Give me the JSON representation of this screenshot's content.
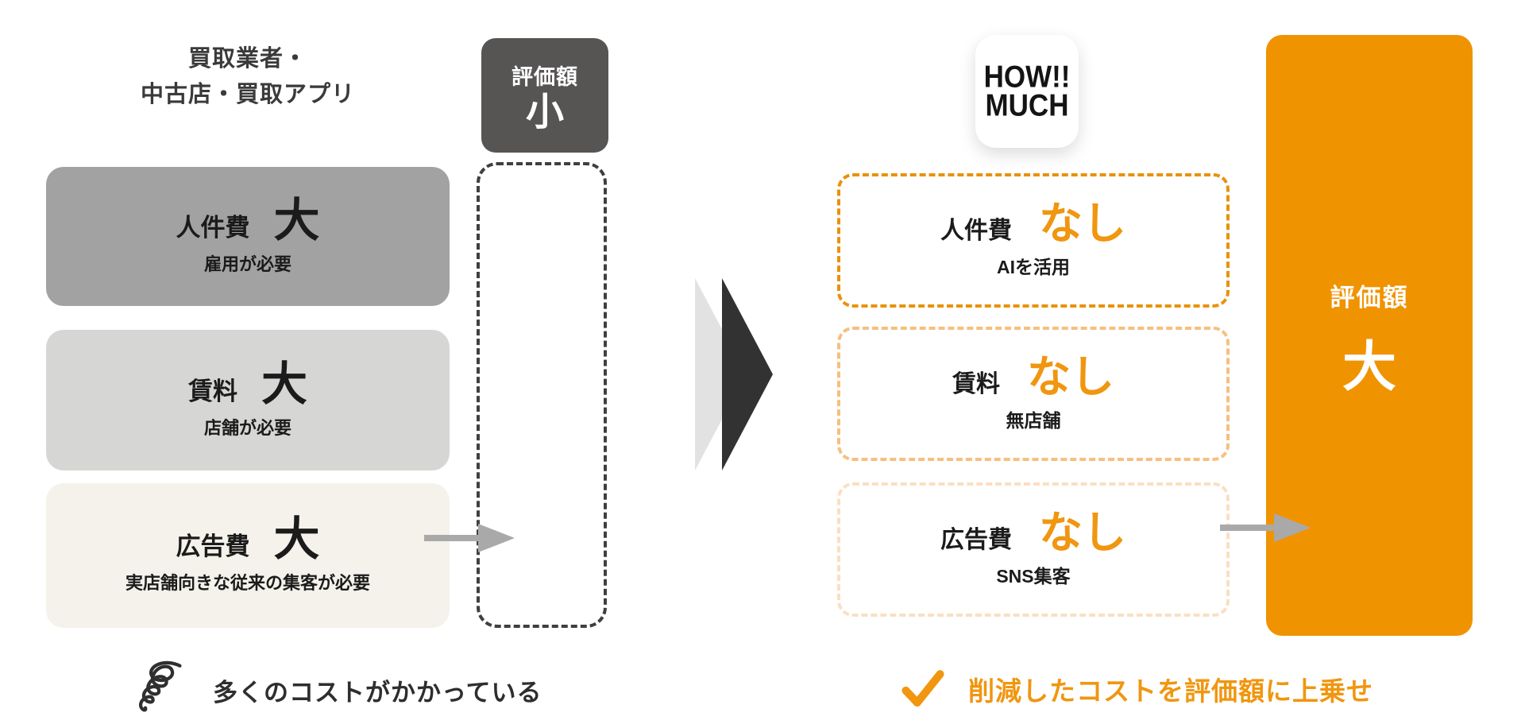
{
  "colors": {
    "background": "#ffffff",
    "dark_text": "#3a3a3a",
    "badge_dark_bg": "#575454",
    "box_gray_dark": "#a3a2a2",
    "box_gray_light": "#d6d6d5",
    "box_cream": "#f4f2eb",
    "dashed_dark_border": "#3f3f3f",
    "orange_brand": "#f09300",
    "orange_text": "#f0960f",
    "orange_dash_strong": "#e8920b",
    "orange_dash_mid": "#f5c07e",
    "orange_dash_faint": "#fadfc4",
    "gray_arrow": "#a9a9a9",
    "chevron_light": "#e2e2e2",
    "chevron_dark": "#323232"
  },
  "left": {
    "title_line1": "買取業者・",
    "title_line2": "中古店・買取アプリ",
    "badge": {
      "label": "評価額",
      "value": "小"
    },
    "boxes": [
      {
        "name": "人件費",
        "size": "大",
        "note": "雇用が必要"
      },
      {
        "name": "賃料",
        "size": "大",
        "note": "店舗が必要"
      },
      {
        "name": "広告費",
        "size": "大",
        "note": "実店舗向きな従来の集客が必要"
      }
    ],
    "footer": "多くのコストがかかっている"
  },
  "right": {
    "logo_line1": "HOW!!",
    "logo_line2": "MUCH",
    "boxes": [
      {
        "name": "人件費",
        "size": "なし",
        "note": "AIを活用"
      },
      {
        "name": "賃料",
        "size": "なし",
        "note": "無店舗"
      },
      {
        "name": "広告費",
        "size": "なし",
        "note": "SNS集客"
      }
    ],
    "badge": {
      "label": "評価額",
      "value": "大"
    },
    "footer": "削減したコストを評価額に上乗せ"
  },
  "icons": {
    "swirl": "swirl-scribble-icon",
    "check": "checkmark-icon",
    "arrow_left": "right-arrow-icon",
    "arrow_right": "right-arrow-icon",
    "chevrons": "double-chevron-right-icon"
  }
}
